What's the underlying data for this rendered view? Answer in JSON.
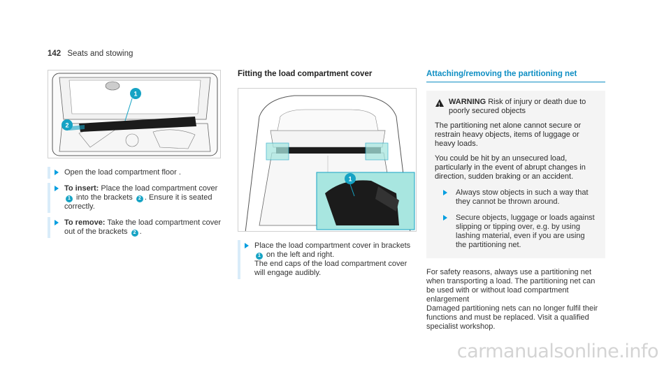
{
  "header": {
    "page_number": "142",
    "section": "Seats and stowing"
  },
  "col1": {
    "steps": [
      {
        "text": "Open the load compartment floor ."
      },
      {
        "bold": "To insert:",
        "text_a": " Place the load compartment cover ",
        "badge_a": "1",
        "text_b": " into the brackets ",
        "badge_b": "2",
        "text_c": ". Ensure it is seated correctly."
      },
      {
        "bold": "To remove:",
        "text_a": " Take the load compartment cover out of the brackets ",
        "badge_a": "2",
        "text_b": "."
      }
    ],
    "figure_labels": [
      "1",
      "2"
    ]
  },
  "col2": {
    "heading": "Fitting the load compartment cover",
    "figure_labels": [
      "1"
    ],
    "step": {
      "text_a": "Place the load compartment cover in brackets ",
      "badge": "1",
      "text_b": " on the left and right.",
      "text_c": "The end caps of the load compartment cover will engage audibly."
    }
  },
  "col3": {
    "heading": "Attaching/removing the partitioning net",
    "warning": {
      "label": "WARNING",
      "title": " Risk of injury or death due to poorly secured objects",
      "text": "The partitioning net alone cannot secure or restrain heavy objects, items of luggage or heavy loads.",
      "text2": "You could be hit by an unsecured load, particularly in the event of abrupt changes in direction, sudden braking or an accident.",
      "steps": [
        "Always stow objects in such a way that they cannot be thrown around.",
        "Secure objects, luggage or loads against slipping or tipping over, e.g. by using lashing material, even if you are using the partitioning net."
      ]
    },
    "para1": "For safety reasons, always use a partitioning net when transporting a load. The partitioning net can be used with or without load compartment enlargement",
    "para2": "Damaged partitioning nets can no longer fulfil their functions and must be replaced. Visit a qualified specialist workshop."
  },
  "watermark": "carmanualsonline.info",
  "colors": {
    "accent": "#0e8ec3",
    "badge": "#16a3c4",
    "highlight": "#a8e6e0",
    "step_bar": "#d9ecf9"
  }
}
